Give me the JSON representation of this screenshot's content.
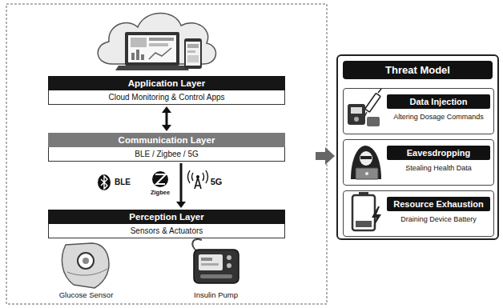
{
  "diagram": {
    "nodes": [
      {
        "text": [
          "Application Layer",
          "Cloud Monitoring & Control Apps"
        ]
      },
      {
        "text": [
          "Communication Layer",
          "BLE / Zigbee / 5G"
        ]
      },
      {
        "text": [
          "Perception Layer",
          "Sensors & Actuators"
        ]
      },
      {
        "text": [
          "Threat Model"
        ]
      },
      {
        "text": [
          "Data Injection",
          "Altering Dosage Commands"
        ],
        "in": 3
      },
      {
        "text": [
          "Eavesdropping",
          "Stealing Health Data"
        ],
        "in": 3
      },
      {
        "text": [
          "Resource Exhaustion",
          "Draining Device Battery"
        ],
        "in": 3
      }
    ],
    "edges": [
      {
        "from": 0,
        "to": 1,
        "arrow": "both"
      },
      {
        "from": 1,
        "to": 2,
        "arrow": "to"
      }
    ],
    "labels": [
      "BLE",
      "Zigbee",
      "5G",
      "Glucose Sensor",
      "Insulin Pump"
    ]
  }
}
